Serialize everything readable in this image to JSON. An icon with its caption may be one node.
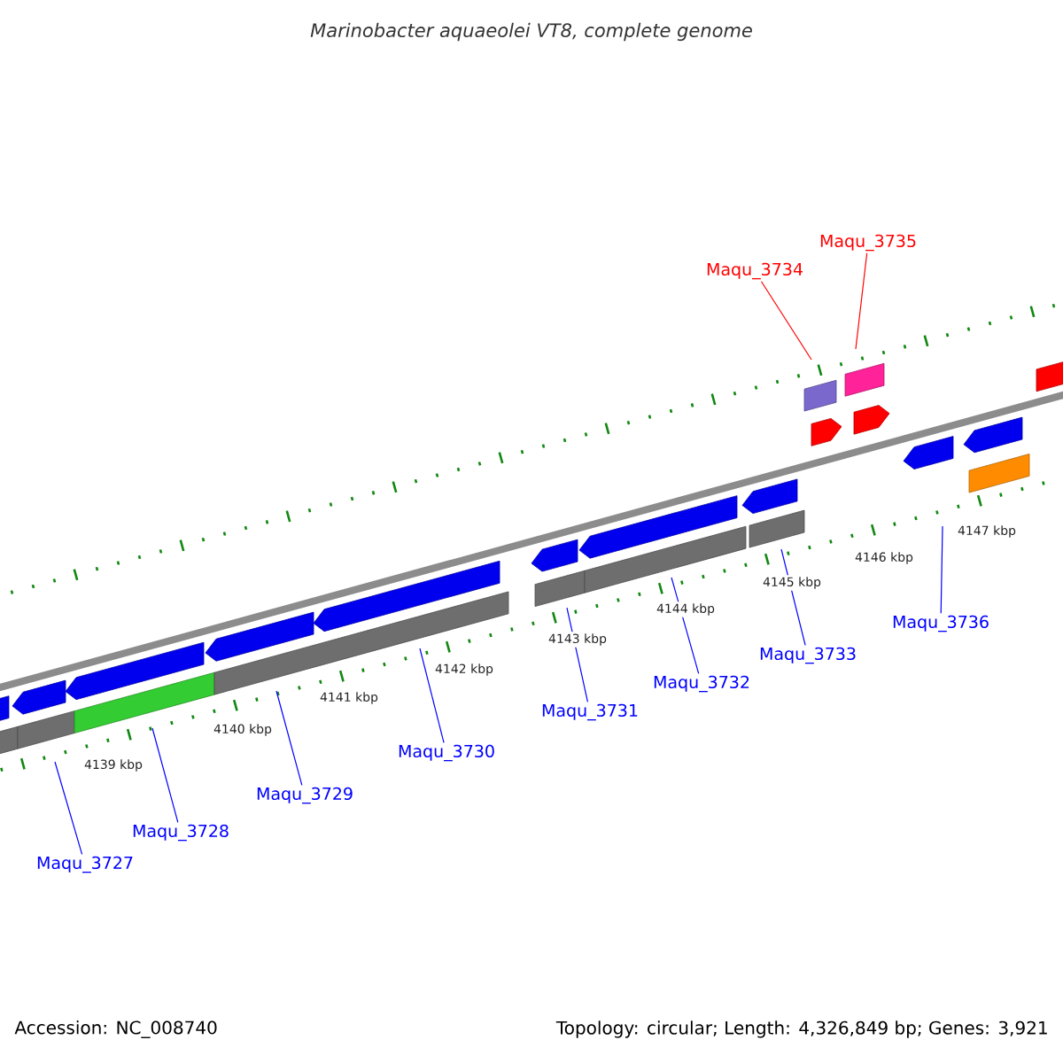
{
  "diagram": {
    "title": "Marinobacter aquaeolei VT8, complete genome",
    "nodes": [
      {
        "text": [
          "Maqu_3727"
        ]
      },
      {
        "text": [
          "Maqu_3728"
        ]
      },
      {
        "text": [
          "Maqu_3729"
        ]
      },
      {
        "text": [
          "Maqu_3730"
        ]
      },
      {
        "text": [
          "Maqu_3731"
        ]
      },
      {
        "text": [
          "Maqu_3732"
        ]
      },
      {
        "text": [
          "Maqu_3733"
        ]
      },
      {
        "text": [
          "Maqu_3734"
        ]
      },
      {
        "text": [
          "Maqu_3735"
        ]
      },
      {
        "text": [
          "Maqu_3736"
        ]
      }
    ],
    "edges": [
      {
        "from": 0,
        "to": null,
        "arrow": "none"
      },
      {
        "from": 1,
        "to": null,
        "arrow": "none"
      },
      {
        "from": 2,
        "to": null,
        "arrow": "none"
      },
      {
        "from": 3,
        "to": null,
        "arrow": "none"
      },
      {
        "from": 4,
        "to": null,
        "arrow": "none"
      },
      {
        "from": 5,
        "to": null,
        "arrow": "none"
      },
      {
        "from": 6,
        "to": null,
        "arrow": "none"
      },
      {
        "from": 7,
        "to": null,
        "arrow": "none",
        "color": "#ff0000"
      },
      {
        "from": 8,
        "to": null,
        "arrow": "none",
        "color": "#ff0000"
      },
      {
        "from": 9,
        "to": null,
        "arrow": "none"
      }
    ],
    "labels": [
      "4139 kbp",
      "4140 kbp",
      "4141 kbp",
      "4142 kbp",
      "4143 kbp",
      "4144 kbp",
      "4145 kbp",
      "4146 kbp",
      "4147 kbp",
      "Accession: NC_008740",
      "Topology: circular; Length: 4,326,849 bp; Genes: 3,921"
    ]
  }
}
